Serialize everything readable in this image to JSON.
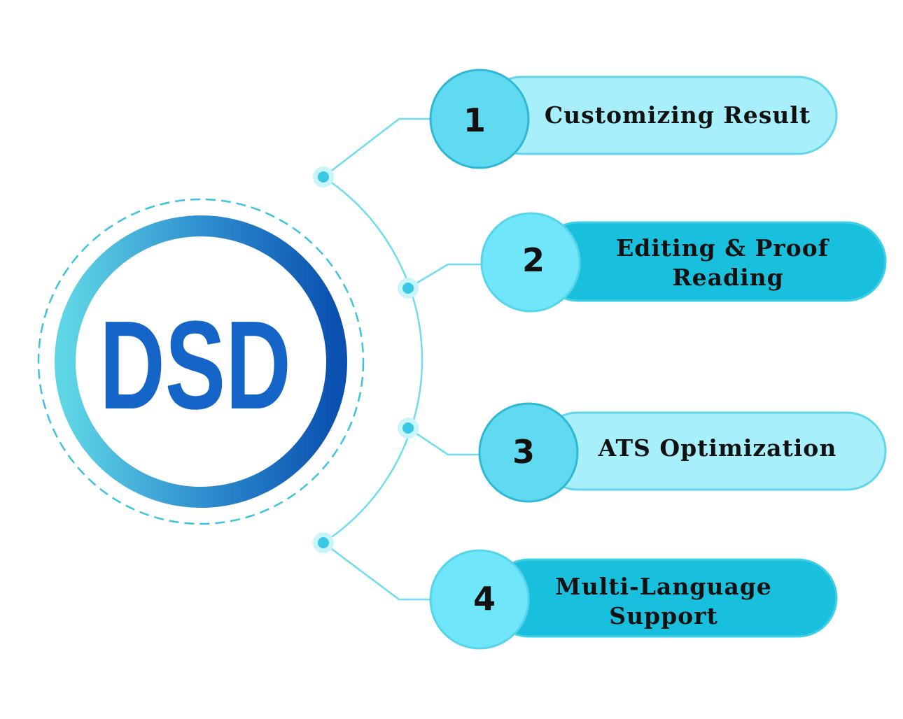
{
  "logo": {
    "text": "DSD"
  },
  "colors": {
    "brand_blue": "#1565c8",
    "cyan_light": "#a7f0fb",
    "cyan_dark": "#19c0dd",
    "line": "#5fd6ec"
  },
  "items": [
    {
      "number": "1",
      "lines": [
        "Customizing Result"
      ],
      "style": "light"
    },
    {
      "number": "2",
      "lines": [
        "Editing & Proof",
        "Reading"
      ],
      "style": "dark"
    },
    {
      "number": "3",
      "lines": [
        "ATS Optimization"
      ],
      "style": "light"
    },
    {
      "number": "4",
      "lines": [
        "Multi-Language",
        "Support"
      ],
      "style": "dark"
    }
  ]
}
